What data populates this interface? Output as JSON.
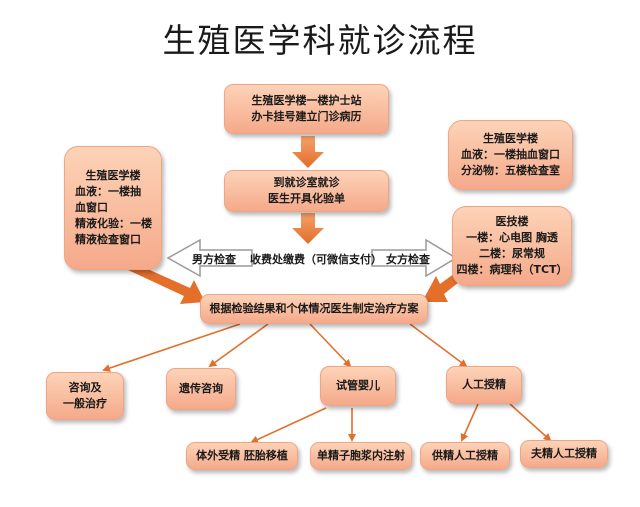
{
  "title": "生殖医学科就诊流程",
  "nodes": {
    "nurse_station": [
      "生殖医学楼一楼护士站",
      "办卡挂号建立门诊病历"
    ],
    "consult": [
      "到就诊室就诊",
      "医生开具化验单"
    ],
    "left_building": [
      "生殖医学楼",
      "血液：一楼抽",
      "血窗口",
      "精液化验：一楼",
      "精液检查窗口"
    ],
    "right_building": [
      "生殖医学楼",
      "血液：一楼抽血窗口",
      "分泌物：五楼检查室"
    ],
    "tech_building": [
      "医技楼",
      "一楼：心电图  胸透",
      "二楼：尿常规",
      "四楼：病理科（TCT）"
    ],
    "payment": "收费处缴费（可微信支付）",
    "male_check": "男方检查",
    "female_check": "女方检查",
    "plan": "根据检验结果和个体情况医生制定治疗方案",
    "general": [
      "咨询及",
      "一般治疗"
    ],
    "genetic": "遗传咨询",
    "ivf": "试管婴儿",
    "ai": "人工授精",
    "ivf_et": "体外受精  胚胎移植",
    "icsi": "单精子胞浆内注射",
    "donor_ai": "供精人工授精",
    "husband_ai": "夫精人工授精"
  }
}
